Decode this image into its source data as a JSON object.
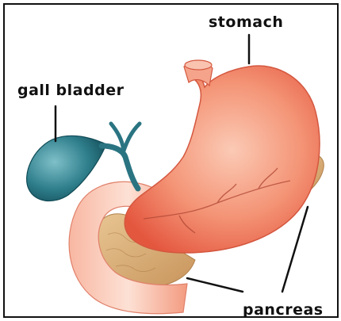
{
  "labels": {
    "stomach": "stomach",
    "gall_bladder": "gall bladder",
    "pancreas": "pancreas"
  },
  "colors": {
    "stomach": "#f28a6c",
    "duodenum": "#f6a890",
    "gall_bladder": "#2e7d8a",
    "pancreas": "#d9b07a",
    "leader_lines": "#111111"
  }
}
